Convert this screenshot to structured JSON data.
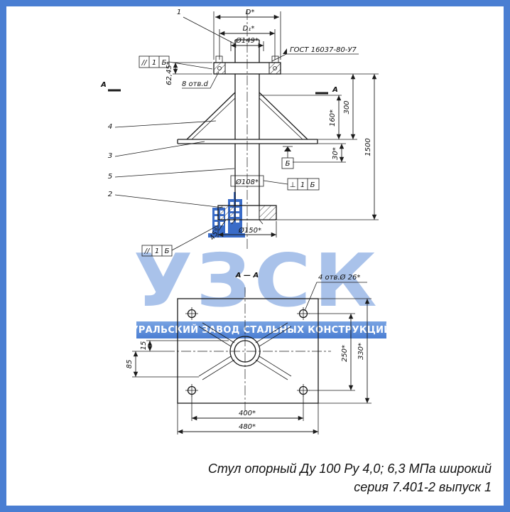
{
  "colors": {
    "frame": "#4a7ed2",
    "watermark_text": "#a9c2ea",
    "banner_bg": "#4a7ed2",
    "line": "#1b1b1b"
  },
  "front": {
    "item1": "1",
    "item2": "2",
    "item3": "3",
    "item4": "4",
    "item5": "5",
    "dim_D": "D*",
    "dim_D1": "D₁*",
    "dim_149": "Ø149*",
    "gost": "ГОСТ 16037-80-У7",
    "tol_top_sym": "//",
    "tol_top_val": "1",
    "tol_top_ref": "Б",
    "dim_6245": "62,45*",
    "holes_top": "8 отв.d",
    "sec_left": "А",
    "sec_right": "А",
    "dim_300": "300",
    "dim_160": "160*",
    "dim_30": "30*",
    "dim_1500": "1500",
    "datum": "Б",
    "dim_108": "Ø108*",
    "tol_mid_sym": "⊥",
    "tol_mid_val": "1",
    "tol_mid_ref": "Б",
    "dim_45": "45°",
    "dim_150": "Ø150*",
    "tol_bot_sym": "//",
    "tol_bot_val": "1",
    "tol_bot_ref": "Б"
  },
  "plan": {
    "title": "А — А",
    "holes": "4 отв.Ø 26*",
    "dim_15": "15",
    "dim_85": "85",
    "dim_250": "250*",
    "dim_330": "330*",
    "dim_400": "400*",
    "dim_480": "480*"
  },
  "watermark": {
    "logo": "УЗСК",
    "banner": "УРАЛЬСКИЙ ЗАВОД СТАЛЬНЫХ КОНСТРУКЦИЙ"
  },
  "caption": {
    "line1": "Стул опорный Ду 100 Ру 4,0; 6,3 МПа широкий",
    "line2": "серия 7.401-2 выпуск 1"
  }
}
